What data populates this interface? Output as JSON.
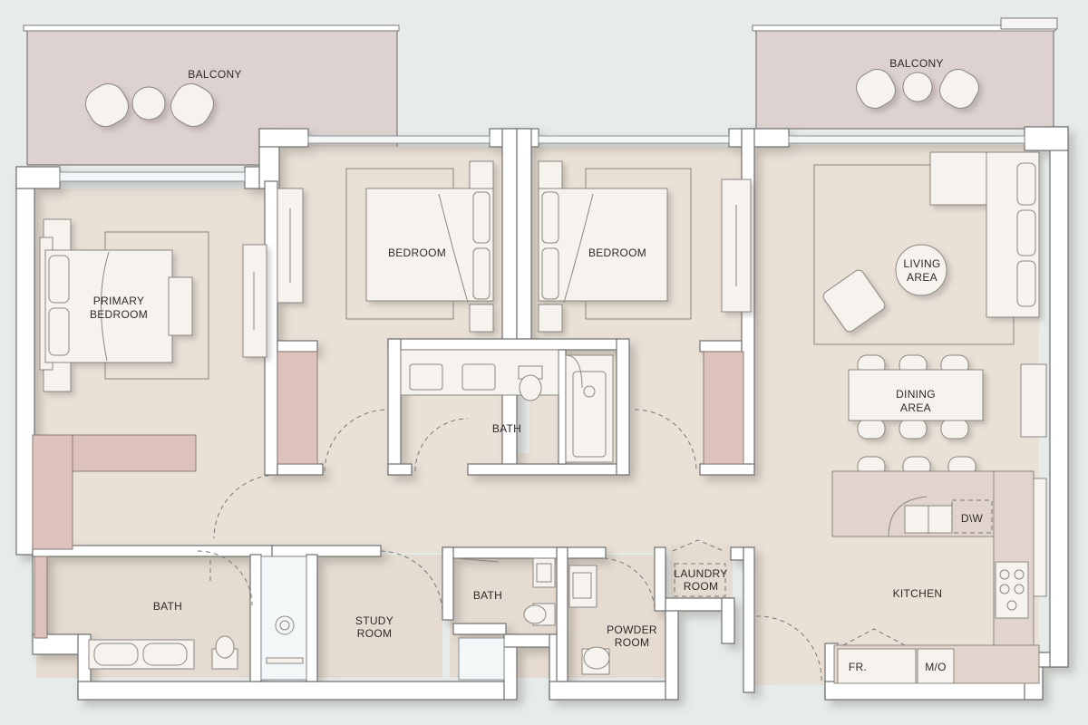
{
  "floorplan": {
    "colors": {
      "background": "#e6ecea",
      "floor": "#e9e0d6",
      "balcony": "#ddd2d0",
      "wall": "#ffffff",
      "wardrobe": "#dcc2bb",
      "furniture": "#f6f3ee"
    },
    "rooms": {
      "balcony_left": "BALCONY",
      "balcony_right": "BALCONY",
      "primary_bedroom_1": "PRIMARY",
      "primary_bedroom_2": "BEDROOM",
      "bedroom_1": "BEDROOM",
      "bedroom_2": "BEDROOM",
      "bath_center": "BATH",
      "living_area_1": "LIVING",
      "living_area_2": "AREA",
      "dining_area_1": "DINING",
      "dining_area_2": "AREA",
      "kitchen": "KITCHEN",
      "bath_primary": "BATH",
      "study_room_1": "STUDY",
      "study_room_2": "ROOM",
      "bath_small": "BATH",
      "powder_room_1": "POWDER",
      "powder_room_2": "ROOM",
      "laundry_room_1": "LAUNDRY",
      "laundry_room_2": "ROOM"
    },
    "appliances": {
      "dishwasher": "D\\W",
      "fridge": "FR.",
      "microwave": "M/O"
    }
  }
}
